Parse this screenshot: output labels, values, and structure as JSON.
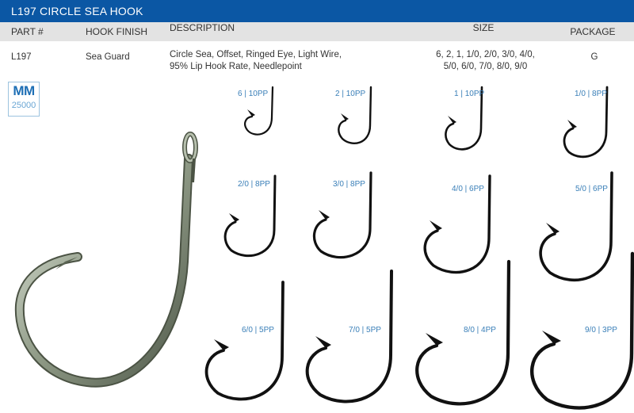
{
  "title": "L197 CIRCLE SEA HOOK",
  "columns": {
    "part": "PART #",
    "finish": "HOOK FINISH",
    "description": "DESCRIPTION",
    "size": "SIZE",
    "package": "PACKAGE"
  },
  "row": {
    "part": "L197",
    "finish": "Sea Guard",
    "description_line1": "Circle Sea, Offset, Ringed Eye, Light Wire,",
    "description_line2": "95% Lip Hook Rate, Needlepoint",
    "size_line1": "6, 2, 1, 1/0, 2/0, 3/0, 4/0,",
    "size_line2": "5/0, 6/0, 7/0, 8/0, 9/0",
    "package": "G"
  },
  "badge": {
    "mark": "MM",
    "code": "25000"
  },
  "hook_sizes": [
    "6 | 10PP",
    "2 | 10PP",
    "1 | 10PP",
    "1/0 | 8PP",
    "2/0 | 8PP",
    "3/0 | 8PP",
    "4/0 | 6PP",
    "5/0 | 6PP",
    "6/0 | 5PP",
    "7/0 | 5PP",
    "8/0 | 4PP",
    "9/0 | 3PP"
  ],
  "colors": {
    "title_bar": "#0b57a4",
    "label": "#3a7fb8",
    "header_bg": "#e3e3e3"
  }
}
